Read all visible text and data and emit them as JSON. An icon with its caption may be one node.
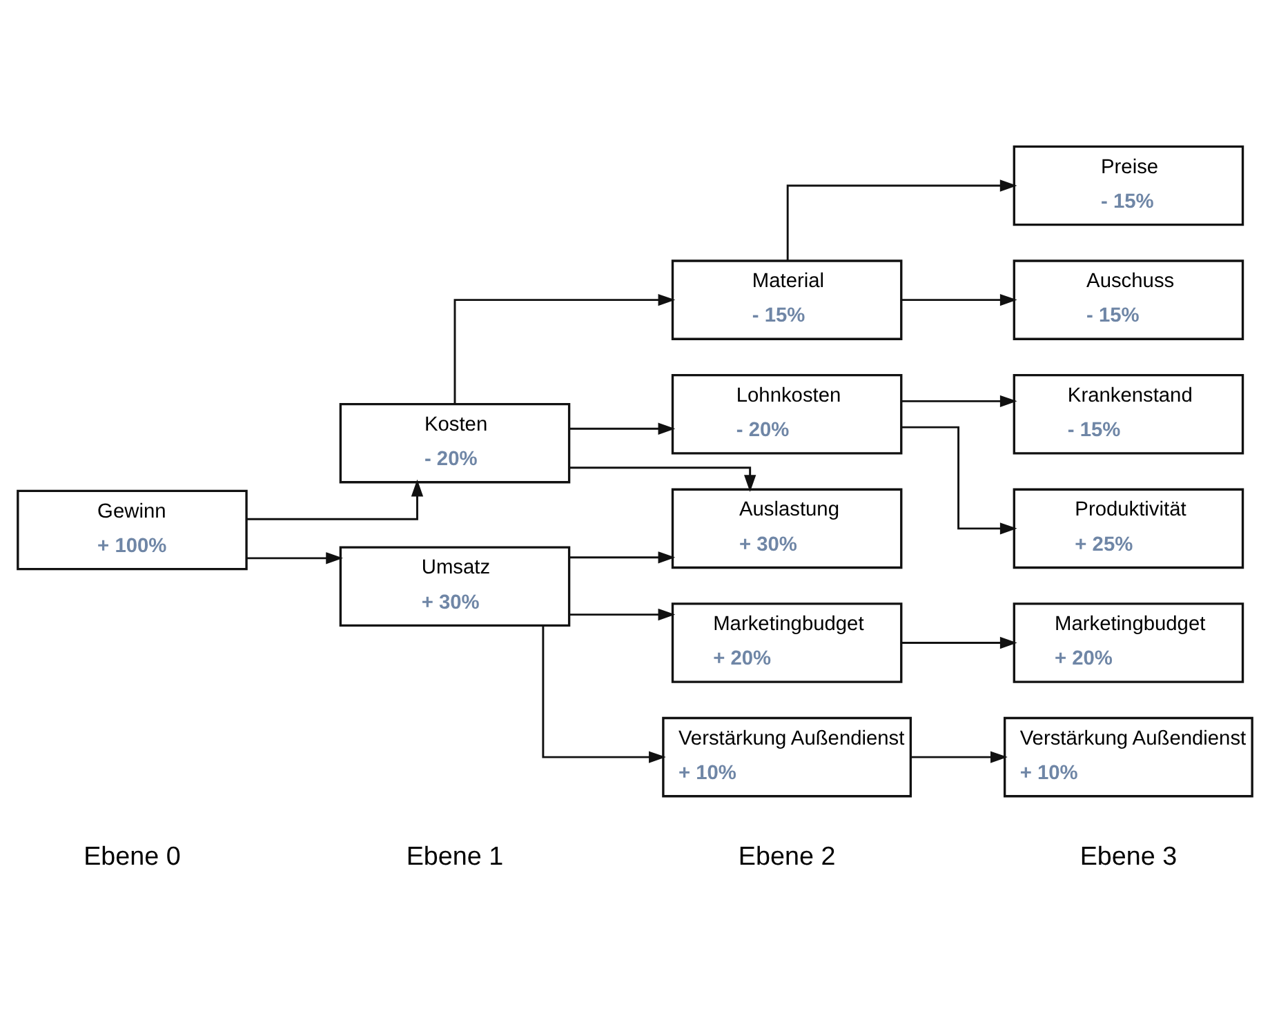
{
  "diagram": {
    "nodes": [
      {
        "text": [
          "Gewinn",
          "+ 100%"
        ]
      },
      {
        "text": [
          "Kosten",
          "- 20%"
        ]
      },
      {
        "text": [
          "Umsatz",
          "+ 30%"
        ]
      },
      {
        "text": [
          "Material",
          "- 15%"
        ]
      },
      {
        "text": [
          "Lohnkosten",
          "- 20%"
        ]
      },
      {
        "text": [
          "Auslastung",
          "+ 30%"
        ]
      },
      {
        "text": [
          "Marketingbudget",
          "+ 20%"
        ]
      },
      {
        "text": [
          "Verstärkung Außendienst",
          "+ 10%"
        ]
      },
      {
        "text": [
          "Preise",
          "- 15%"
        ]
      },
      {
        "text": [
          "Auschuss",
          "- 15%"
        ]
      },
      {
        "text": [
          "Krankenstand",
          "- 15%"
        ]
      },
      {
        "text": [
          "Produktivität",
          "+ 25%"
        ]
      },
      {
        "text": [
          "Marketingbudget",
          "+ 20%"
        ]
      },
      {
        "text": [
          "Verstärkung Außendienst",
          "+ 10%"
        ]
      }
    ],
    "edges": [
      {
        "from": 0,
        "to": 1,
        "arrow": "to"
      },
      {
        "from": 0,
        "to": 2,
        "arrow": "to"
      },
      {
        "from": 1,
        "to": 3,
        "arrow": "to"
      },
      {
        "from": 1,
        "to": 4,
        "arrow": "to"
      },
      {
        "from": 1,
        "to": 5,
        "arrow": "to"
      },
      {
        "from": 2,
        "to": 5,
        "arrow": "to"
      },
      {
        "from": 2,
        "to": 6,
        "arrow": "to"
      },
      {
        "from": 2,
        "to": 7,
        "arrow": "to"
      },
      {
        "from": 3,
        "to": 8,
        "arrow": "to"
      },
      {
        "from": 3,
        "to": 9,
        "arrow": "to"
      },
      {
        "from": 4,
        "to": 10,
        "arrow": "to"
      },
      {
        "from": 4,
        "to": 11,
        "arrow": "to"
      },
      {
        "from": 6,
        "to": 12,
        "arrow": "to"
      },
      {
        "from": 7,
        "to": 13,
        "arrow": "to"
      }
    ],
    "labels": [
      "Ebene 0",
      "Ebene 1",
      "Ebene 2",
      "Ebene 3"
    ]
  }
}
